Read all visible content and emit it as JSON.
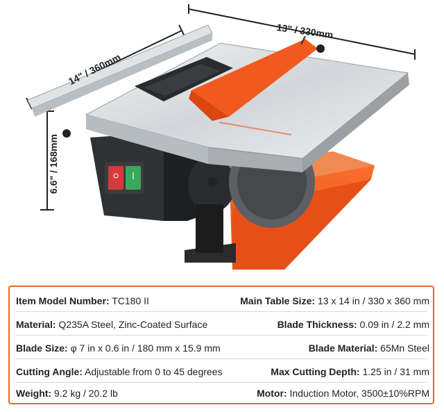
{
  "dimensions": {
    "width": "13\" / 330mm",
    "depth": "14\" / 360mm",
    "height": "6.6\" / 168mm"
  },
  "specs": [
    {
      "left": {
        "label": "Item Model Number:",
        "value": "TC180 II"
      },
      "right": {
        "label": "Main Table Size:",
        "value": "13 x 14 in / 330 x 360 mm"
      }
    },
    {
      "left": {
        "label": "Material:",
        "value": "Q235A Steel, Zinc-Coated Surface"
      },
      "right": {
        "label": "Blade Thickness:",
        "value": "0.09 in / 2.2 mm"
      }
    },
    {
      "left": {
        "label": "Blade Size:",
        "value": "φ 7 in x 0.6 in / 180 mm x 15.9 mm"
      },
      "right": {
        "label": "Blade Material:",
        "value": "65Mn Steel"
      }
    },
    {
      "left": {
        "label": "Cutting Angle:",
        "value": "Adjustable from 0 to 45 degrees"
      },
      "right": {
        "label": "Max Cutting Depth:",
        "value": "1.25 in / 31 mm"
      }
    },
    {
      "left": {
        "label": "Weight:",
        "value": "9.2 kg / 20.2 lb"
      },
      "right": {
        "label": "Motor:",
        "value": "Induction Motor, 3500±10%RPM"
      }
    }
  ],
  "colors": {
    "accent_orange": "#e8682a",
    "saw_orange": "#f25a1d",
    "steel": "#cfd3d8",
    "motor_black": "#2a2a2a"
  }
}
